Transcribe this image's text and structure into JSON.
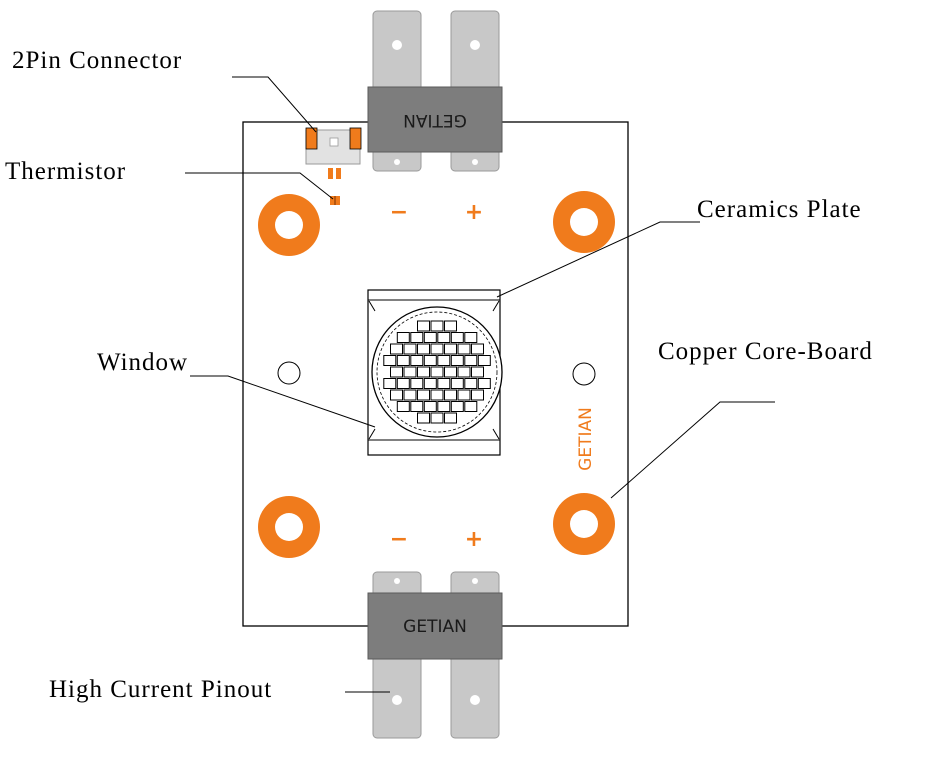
{
  "labels": {
    "pin_connector": "2Pin Connector",
    "thermistor": "Thermistor",
    "ceramics_plate": "Ceramics Plate",
    "window": "Window",
    "copper_core_board": "Copper Core-Board",
    "high_current_pinout": "High Current Pinout"
  },
  "brand": {
    "top_terminal": "GETIAN",
    "bottom_terminal": "GETIAN",
    "board_vertical": "GETIAN"
  },
  "polarity": {
    "top_negative": "−",
    "top_positive": "+",
    "bottom_negative": "−",
    "bottom_positive": "+"
  },
  "colors": {
    "copper": "#f07b1c",
    "terminal_light": "#c8c8c8",
    "terminal_dark": "#7d7d7d",
    "outline": "#000000"
  }
}
